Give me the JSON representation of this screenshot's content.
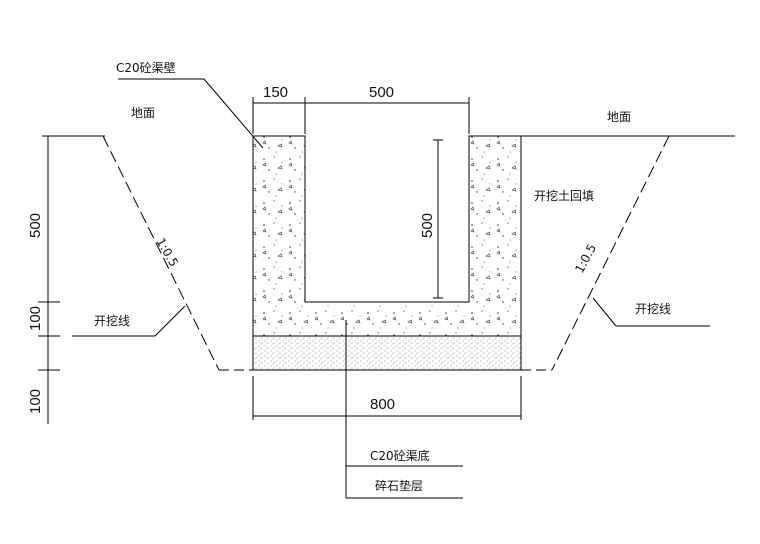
{
  "labels": {
    "wall": "C20砼渠壁",
    "ground_left": "地面",
    "ground_right": "地面",
    "backfill": "开挖土回填",
    "excavation_left": "开挖线",
    "excavation_right": "开挖线",
    "slope_left": "1:0.5",
    "slope_right": "1:0.5",
    "bottom": "C20砼渠底",
    "gravel": "碎石垫层"
  },
  "dimensions": {
    "wall_width": "150",
    "inner_width": "500",
    "inner_depth": "500",
    "total_width": "800",
    "depth_500": "500",
    "depth_100a": "100",
    "depth_100b": "100"
  }
}
